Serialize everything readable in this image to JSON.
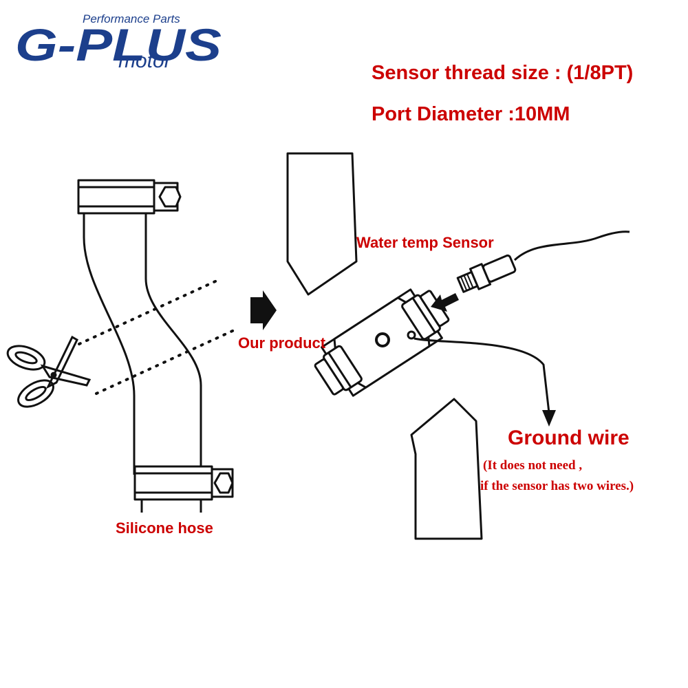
{
  "logo": {
    "tagline": "Performance Parts",
    "brand": "G-PLUS",
    "sub": "motor",
    "color": "#1c3f8c"
  },
  "specs": {
    "thread": "Sensor thread size : (1/8PT)",
    "port": "Port Diameter :10MM"
  },
  "labels": {
    "sensor": "Water temp Sensor",
    "product": "Our product",
    "ground": "Ground wire",
    "note_line1": "(It does not need ,",
    "note_line2": "if the sensor has two wires.)",
    "hose": "Silicone hose"
  },
  "colors": {
    "label": "#cc0000",
    "line": "#111111"
  },
  "icons": [
    "scissors-icon",
    "arrow-right-icon",
    "arrow-left-icon",
    "arrow-down-icon"
  ]
}
